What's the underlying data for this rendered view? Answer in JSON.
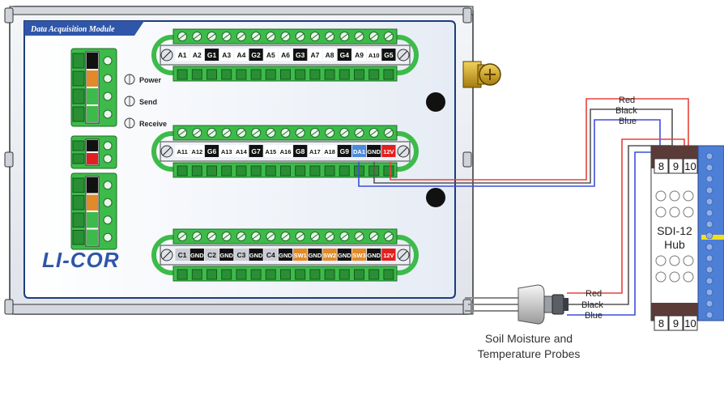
{
  "module": {
    "title": "Data Acquisition Module",
    "logo": "LI-COR"
  },
  "leds": [
    "Power",
    "Send",
    "Receive"
  ],
  "terminal_rows": [
    {
      "id": "row-1",
      "labels": [
        "A1",
        "A2",
        "G1",
        "A3",
        "A4",
        "G2",
        "A5",
        "A6",
        "G3",
        "A7",
        "A8",
        "G4",
        "A9",
        "A10",
        "G5"
      ],
      "styles": [
        "w",
        "w",
        "k",
        "w",
        "w",
        "k",
        "w",
        "w",
        "k",
        "w",
        "w",
        "k",
        "w",
        "w",
        "k"
      ]
    },
    {
      "id": "row-2",
      "labels": [
        "A11",
        "A12",
        "G6",
        "A13",
        "A14",
        "G7",
        "A15",
        "A16",
        "G8",
        "A17",
        "A18",
        "G9",
        "DA1",
        "GND",
        "12V"
      ],
      "styles": [
        "w",
        "w",
        "k",
        "w",
        "w",
        "k",
        "w",
        "w",
        "k",
        "w",
        "w",
        "k",
        "b",
        "k",
        "r"
      ]
    },
    {
      "id": "row-3",
      "labels": [
        "C1",
        "GND",
        "C2",
        "GND",
        "C3",
        "GND",
        "C4",
        "GND",
        "SW1",
        "GND",
        "SW2",
        "GND",
        "SW3",
        "GND",
        "12V"
      ],
      "styles": [
        "g",
        "k",
        "g",
        "k",
        "g",
        "k",
        "g",
        "k",
        "o",
        "k",
        "o",
        "k",
        "o",
        "k",
        "r"
      ]
    }
  ],
  "wire_labels_top": [
    "Red",
    "Black",
    "Blue"
  ],
  "wire_labels_probe": [
    "Red",
    "Black",
    "Blue"
  ],
  "hub": {
    "title_line1": "SDI-12",
    "title_line2": "Hub",
    "terminals_top": [
      "8",
      "9",
      "10"
    ],
    "terminals_bottom": [
      "8",
      "9",
      "10"
    ]
  },
  "probe": {
    "caption_line1": "Soil Moisture and",
    "caption_line2": "Temperature Probes"
  },
  "colors": {
    "green": "#3dbb4a",
    "wire_red": "#e8413c",
    "wire_black": "#555555",
    "wire_blue": "#3c4fd8",
    "hub_blue": "#4d7fd6"
  }
}
